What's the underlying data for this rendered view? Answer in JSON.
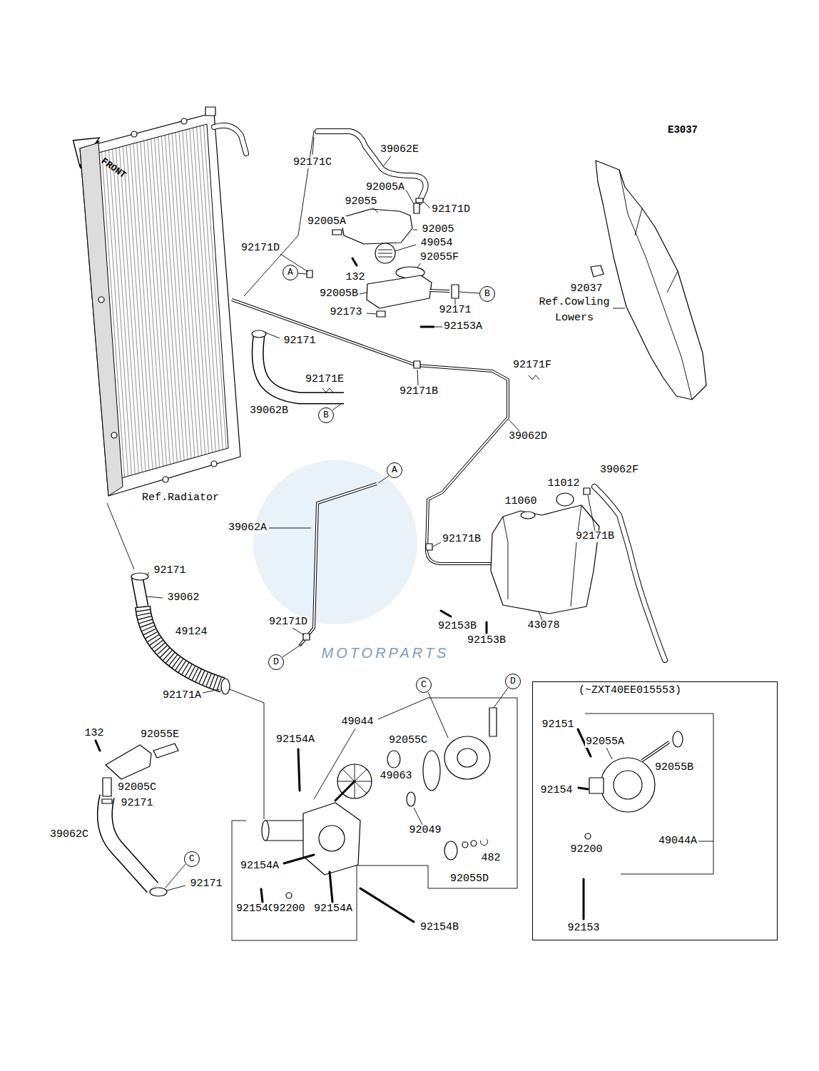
{
  "diagram": {
    "nodes": [
      {
        "text": [
          "A"
        ]
      },
      {
        "text": [
          "B"
        ]
      },
      {
        "text": [
          "B"
        ]
      },
      {
        "text": [
          "A"
        ]
      },
      {
        "text": [
          "D"
        ]
      },
      {
        "text": [
          "(~ZXT40EE015553)"
        ]
      },
      {
        "text": [
          "C"
        ]
      },
      {
        "text": [
          "D"
        ]
      },
      {
        "text": [
          "C"
        ]
      }
    ],
    "labels": [
      "E3037",
      "FRONT",
      "39062E",
      "92171C",
      "92005A",
      "92055",
      "92171D",
      "92005A",
      "92005",
      "49054",
      "92171D",
      "92055F",
      "132",
      "Ref.Cowling Lowers",
      "92037",
      "92005B",
      "92171",
      "92173",
      "92153A",
      "92171",
      "92171F",
      "92171E",
      "92171B",
      "39062B",
      "39062D",
      "39062F",
      "11012",
      "Ref.Radiator",
      "11060",
      "39062A",
      "92171B",
      "92171B",
      "92171",
      "39062",
      "MOTORPARTS",
      "92171D",
      "92153B",
      "43078",
      "49124",
      "92153B",
      "92171A",
      "49044",
      "132",
      "92055E",
      "92154A",
      "92055C",
      "92151",
      "92055A",
      "92055B",
      "49063",
      "92005C",
      "92154",
      "92171",
      "92049",
      "39062C",
      "49044A",
      "92200",
      "482",
      "92154A",
      "92055D",
      "92171",
      "92154C",
      "92200",
      "92154A",
      "92154B",
      "92153"
    ]
  }
}
